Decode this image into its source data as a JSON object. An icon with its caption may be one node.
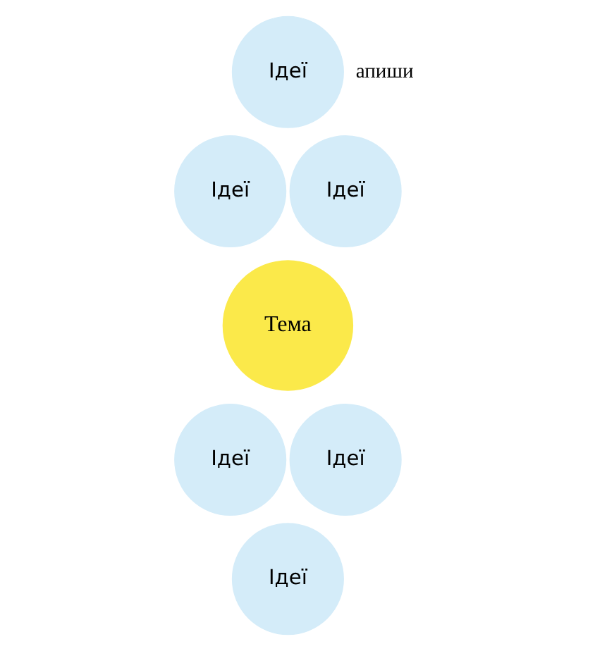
{
  "diagram": {
    "nodes": [
      {
        "text": [
          "Ідеї"
        ]
      },
      {
        "text": [
          "Ідеї"
        ]
      },
      {
        "text": [
          "Ідеї"
        ]
      },
      {
        "text": [
          "Тема"
        ]
      },
      {
        "text": [
          "Ідеї"
        ]
      },
      {
        "text": [
          "Ідеї"
        ]
      },
      {
        "text": [
          "Ідеї"
        ]
      }
    ],
    "edges": [],
    "labels": [
      "апиши"
    ]
  }
}
